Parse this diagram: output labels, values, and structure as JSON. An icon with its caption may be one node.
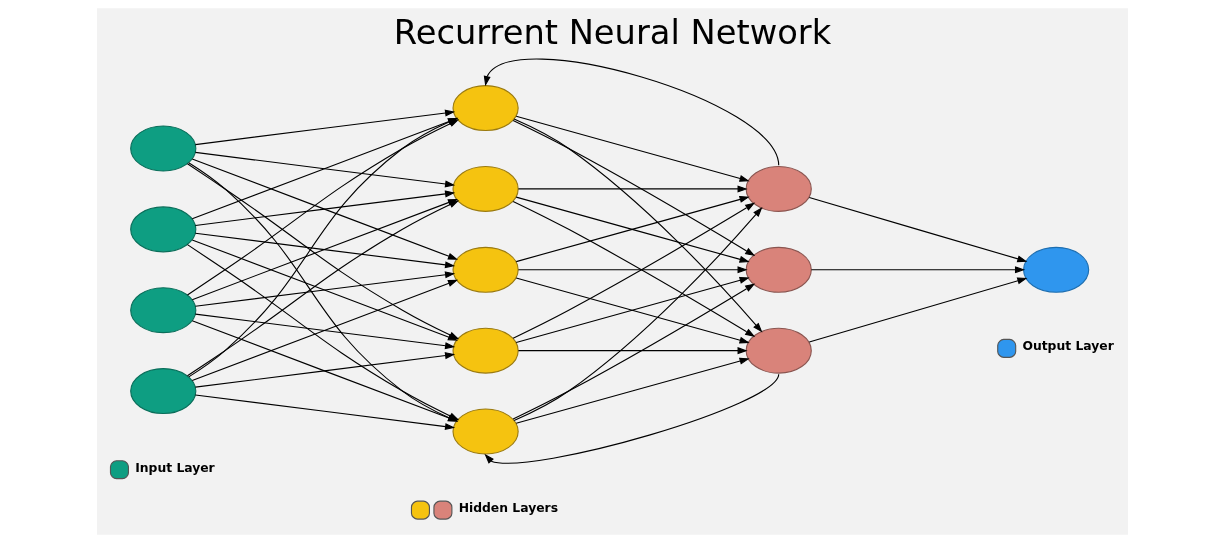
{
  "diagram": {
    "title": "Recurrent Neural Network",
    "nodes": [
      {
        "text": [],
        "shape": "circle"
      },
      {
        "text": [],
        "shape": "circle"
      },
      {
        "text": [],
        "shape": "circle"
      },
      {
        "text": [],
        "shape": "circle"
      },
      {
        "text": [],
        "shape": "circle"
      },
      {
        "text": [],
        "shape": "circle"
      },
      {
        "text": [],
        "shape": "circle"
      },
      {
        "text": [],
        "shape": "circle"
      },
      {
        "text": [],
        "shape": "circle"
      },
      {
        "text": [],
        "shape": "circle"
      },
      {
        "text": [],
        "shape": "circle"
      },
      {
        "text": [],
        "shape": "circle"
      },
      {
        "text": [],
        "shape": "circle"
      }
    ],
    "edges": [
      {
        "from": 0,
        "to": 4,
        "arrow": "to"
      },
      {
        "from": 0,
        "to": 5,
        "arrow": "to"
      },
      {
        "from": 0,
        "to": 6,
        "arrow": "to"
      },
      {
        "from": 0,
        "to": 7,
        "arrow": "to"
      },
      {
        "from": 0,
        "to": 8,
        "arrow": "to"
      },
      {
        "from": 1,
        "to": 4,
        "arrow": "to"
      },
      {
        "from": 1,
        "to": 5,
        "arrow": "to"
      },
      {
        "from": 1,
        "to": 6,
        "arrow": "to"
      },
      {
        "from": 1,
        "to": 7,
        "arrow": "to"
      },
      {
        "from": 1,
        "to": 8,
        "arrow": "to"
      },
      {
        "from": 2,
        "to": 4,
        "arrow": "to"
      },
      {
        "from": 2,
        "to": 5,
        "arrow": "to"
      },
      {
        "from": 2,
        "to": 6,
        "arrow": "to"
      },
      {
        "from": 2,
        "to": 7,
        "arrow": "to"
      },
      {
        "from": 2,
        "to": 8,
        "arrow": "to"
      },
      {
        "from": 3,
        "to": 4,
        "arrow": "to"
      },
      {
        "from": 3,
        "to": 5,
        "arrow": "to"
      },
      {
        "from": 3,
        "to": 6,
        "arrow": "to"
      },
      {
        "from": 3,
        "to": 7,
        "arrow": "to"
      },
      {
        "from": 3,
        "to": 8,
        "arrow": "to"
      },
      {
        "from": 4,
        "to": 9,
        "arrow": "to"
      },
      {
        "from": 4,
        "to": 10,
        "arrow": "to"
      },
      {
        "from": 4,
        "to": 11,
        "arrow": "to"
      },
      {
        "from": 5,
        "to": 9,
        "arrow": "to"
      },
      {
        "from": 5,
        "to": 10,
        "arrow": "to"
      },
      {
        "from": 5,
        "to": 11,
        "arrow": "to"
      },
      {
        "from": 6,
        "to": 9,
        "arrow": "to"
      },
      {
        "from": 6,
        "to": 10,
        "arrow": "to"
      },
      {
        "from": 6,
        "to": 11,
        "arrow": "to"
      },
      {
        "from": 7,
        "to": 9,
        "arrow": "to"
      },
      {
        "from": 7,
        "to": 10,
        "arrow": "to"
      },
      {
        "from": 7,
        "to": 11,
        "arrow": "to"
      },
      {
        "from": 8,
        "to": 9,
        "arrow": "to"
      },
      {
        "from": 8,
        "to": 10,
        "arrow": "to"
      },
      {
        "from": 8,
        "to": 11,
        "arrow": "to"
      },
      {
        "from": 9,
        "to": 12,
        "arrow": "to"
      },
      {
        "from": 10,
        "to": 12,
        "arrow": "to"
      },
      {
        "from": 11,
        "to": 12,
        "arrow": "to"
      },
      {
        "from": 9,
        "to": 4,
        "arrow": "to"
      },
      {
        "from": 11,
        "to": 8,
        "arrow": "to"
      }
    ],
    "legend": [
      {
        "text": "Input Layer",
        "color": "#0e9e82"
      },
      {
        "text": "Hidden Layers",
        "color": "#f5c310"
      },
      {
        "text": "Output Layer",
        "color": "#2f96ee"
      }
    ]
  }
}
